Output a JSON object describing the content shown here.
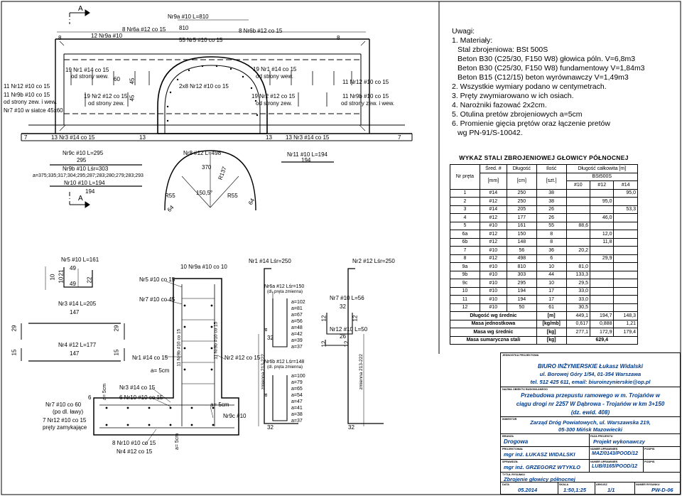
{
  "drawing": {
    "labels_top": [
      "Nr9a #10 L=810",
      "810",
      "12 Nr9a #10",
      "8 Nr6a #12 co 15",
      "55 Nr5 #10 co 15",
      "8 Nr6b #12 co 15",
      "8",
      "8",
      "A"
    ],
    "labels_section": [
      "19 Nr1 #14 co 15",
      "od strony wew.",
      "60",
      "45",
      "45",
      "19 Nr2 #12 co 15",
      "od strony zew.",
      "2x8 Nr12 #10 co 15",
      "19 Nr1 #14 co 15",
      "od strony wew.",
      "19 Nr2 #12 co 15",
      "od strony zew.",
      "11 Nr12 #10 co 15",
      "11 Nr9b #10 co 15",
      "od strony zew. i wew.",
      "Nr7 #10 w siatce 45x60",
      "11 Nr12 #10 co 15",
      "11 Nr9b #10 co 15",
      "od strony zew. i wew.",
      "7",
      "13 Nr3 #14 co 15",
      "13",
      "13",
      "13 Nr3 #14 co 15",
      "7"
    ],
    "labels_bars": [
      "Nr9c #10 L=295",
      "295",
      "Nr9b #10 Lśr=303",
      "a=375;335;317;304;295;287;283;280;279;283;293",
      "Nr10 #10 L=194",
      "194",
      "A",
      "Nr8 #12 L=498",
      "370",
      "R137",
      "150,5°",
      "R55",
      "R55",
      "64",
      "64",
      "Nr11 #10 L=194",
      "194"
    ],
    "labels_lower": [
      "Nr5 #10 L=161",
      "49",
      "10",
      "21",
      "10",
      "49",
      "22",
      "Nr3 #14 L=205",
      "147",
      "29",
      "29",
      "Nr4 #12 L=177",
      "147",
      "15",
      "15",
      "10 Nr9a #10 co 10",
      "Nr5 #10 co 15",
      "Nr7 #10 co 45",
      "11 Nr9b #10 co 15",
      "11 Nr9b #10 co 15",
      "Nr1 #14 co 15",
      "Nr2 #12 co 15",
      "a= 5cm",
      "Nr3 #14 co 15",
      "6 Nr10 #10 co 15",
      "a= 5cm",
      "6",
      "Nr7 #10 co 60",
      "(po dl. ławy)",
      "7 Nr12 #10 co 15",
      "pręty zamykające",
      "a= 5cm",
      "Nr9c #10",
      "a= 5cm",
      "8 Nr10 #10 co 15",
      "Nr4 #12 co 15",
      "Nr1 #14 Lśr=250",
      "Nr2 #12 Lśr=250",
      "Nr6a #12 Lśr=150",
      "(dl. pręta zmienna)",
      "a=102",
      "a=81",
      "a=67",
      "a=56",
      "a=48",
      "a=42",
      "a=39",
      "a=37",
      "32",
      "Nr6b #12 Lśr=148",
      "(dl. pręta zmienna)",
      "a=100",
      "a=79",
      "a=65",
      "a=54",
      "a=47",
      "a=41",
      "a=38",
      "a=37",
      "32",
      "zmienna 213-222",
      "zmienna 213-222",
      "Nr7 #10 L=56",
      "32",
      "12",
      "12",
      "Nr12 #10 L=50",
      "26",
      "12",
      "12",
      "32",
      "32",
      "a",
      "a"
    ]
  },
  "notes": {
    "title": "Uwagi:",
    "lines": [
      "1. Materiały:",
      "Stal zbrojeniowa: BSt 500S",
      "Beton B30 (C25/30, F150 W8) głowica póln. V=6,8m3",
      "Beton B30 (C25/30, F150 W8) fundamentowy V=1,84m3",
      "Beton B15 (C12/15) beton wyrównawczy V=1,49m3",
      "2. Wszystkie wymiary podano w centymetrach.",
      "3. Pręty zwymiarowano w ich osiach.",
      "4. Narożniki fazować 2x2cm.",
      "5. Otulina pretów zbrojeniowych a=5cm",
      "6. Promienie gięcia prętów oraz łączenie pretów",
      "wg PN-91/S-10042."
    ]
  },
  "schedule": {
    "title": "WYKAZ STALI ZBROJENIOWEJ GŁOWICY PÓŁNOCNEJ",
    "headers": {
      "nr": "Nr pręta",
      "sred": "Śred. #",
      "mm": "[mm]",
      "dl": "Długość",
      "cm": "[cm]",
      "il": "Ilość",
      "szt": "[szt.]",
      "dlc": "Długość całkowita [m]",
      "bst": "BSt500S",
      "d10": "#10",
      "d12": "#12",
      "d14": "#14"
    },
    "rows": [
      [
        "1",
        "#14",
        "250",
        "38",
        "",
        "",
        "95,0"
      ],
      [
        "2",
        "#12",
        "250",
        "38",
        "",
        "95,0",
        ""
      ],
      [
        "3",
        "#14",
        "205",
        "26",
        "",
        "",
        "53,3"
      ],
      [
        "4",
        "#12",
        "177",
        "26",
        "",
        "46,0",
        ""
      ],
      [
        "5",
        "#10",
        "161",
        "55",
        "88,6",
        "",
        ""
      ],
      [
        "6a",
        "#12",
        "150",
        "8",
        "",
        "12,0",
        ""
      ],
      [
        "6b",
        "#12",
        "148",
        "8",
        "",
        "11,8",
        ""
      ],
      [
        "7",
        "#10",
        "56",
        "36",
        "20,2",
        "",
        ""
      ],
      [
        "8",
        "#12",
        "498",
        "6",
        "",
        "29,9",
        ""
      ],
      [
        "9a",
        "#10",
        "810",
        "10",
        "81,0",
        "",
        ""
      ],
      [
        "9b",
        "#10",
        "303",
        "44",
        "133,3",
        "",
        ""
      ],
      [
        "9c",
        "#10",
        "295",
        "10",
        "29,5",
        "",
        ""
      ],
      [
        "10",
        "#10",
        "194",
        "17",
        "33,0",
        "",
        ""
      ],
      [
        "11",
        "#10",
        "194",
        "17",
        "33,0",
        "",
        ""
      ],
      [
        "12",
        "#10",
        "50",
        "61",
        "30,5",
        "",
        ""
      ]
    ],
    "sum_label": "Długość wg średnic",
    "sum_unit": "[m]",
    "sum": [
      "449,1",
      "194,7",
      "148,3"
    ],
    "mass_unit_label": "Masa jednostkowa",
    "mass_unit_unit": "[kg/mb]",
    "mass_unit": [
      "0,617",
      "0,888",
      "1,21"
    ],
    "mass_label": "Masa wg średnic",
    "mass_unit2": "[kg]",
    "mass": [
      "277,1",
      "172,9",
      "179,4"
    ],
    "total_label": "Masa sumaryczna stali",
    "total_unit": "[kg]",
    "total": "629,4"
  },
  "titleblock": {
    "lab_design": "JEDNOSTKA PROJEKTOWA",
    "firm1": "BIURO INŻYNIERSKIE Łukasz Widalski",
    "firm2": "ul. Borowej Góry 1/54, 01-354 Warszawa",
    "firm3": "tel. 512 425 611, email: biuroinzynierskie@op.pl",
    "lab_object": "NAZWA OBIEKTU BUDOWLANEGO",
    "obj1": "Przebudowa przepustu ramowego w m. Trojańów w",
    "obj2": "ciągu drogi nr 2257 W Dąbrowa - Trojańów w km 3+150",
    "obj3": "(dz. ewid. 408)",
    "lab_investor": "INWESTOR",
    "inv1": "Zarząd Dróg Powiatowych, ul. Warszawska 219,",
    "inv2": "05-300 Mińsk Mazowiecki",
    "lab_branch": "BRANŻA",
    "branch": "Drogowa",
    "lab_phase": "FAZA PROJEKTU",
    "phase": "Projekt wykonawczy",
    "lab_designer": "PROJEKTOWAŁ",
    "designer": "mgr inż. ŁUKASZ WIDALSKI",
    "lab_lic1": "NUMER UPRAWNIEŃ",
    "lic1": "MAZ/0143/POOD/12",
    "lab_sig": "PODPIS",
    "lab_checker": "SPRAWDZIŁ",
    "checker": "mgr inż. GRZEGORZ WTYKŁO",
    "lab_lic2": "NUMER UPRAWNIEŃ",
    "lic2": "LUB/0165/POOD/12",
    "lab_title": "TYTUŁ RYSUNKU",
    "title": "Zbrojenie głowicy północnej",
    "lab_date": "DATA",
    "date": "05.2014",
    "lab_scale": "SKALA",
    "scale": "1:50,1:25",
    "lab_sheet": "ARKUSZ",
    "sheet": "1/1",
    "lab_no": "NUMER RYSUNKU",
    "no": "PW-D-06"
  }
}
